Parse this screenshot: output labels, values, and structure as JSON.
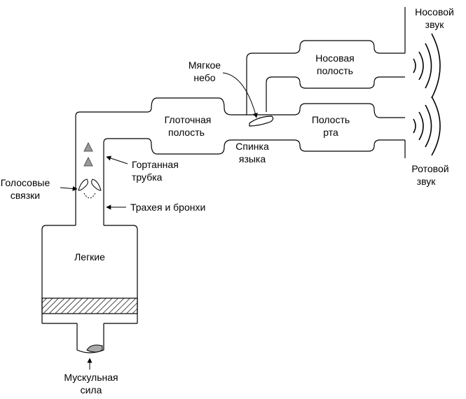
{
  "labels": {
    "nasal_sound_1": "Носовой",
    "nasal_sound_2": "звук",
    "nasal_cavity_1": "Носовая",
    "nasal_cavity_2": "полость",
    "soft_palate_1": "Мягкое",
    "soft_palate_2": "небо",
    "pharynx_1": "Глоточная",
    "pharynx_2": "полость",
    "mouth_1": "Полость",
    "mouth_2": "рта",
    "tongue_1": "Спинка",
    "tongue_2": "языка",
    "larynx_1": "Гортанная",
    "larynx_2": "трубка",
    "vocal_cords_1": "Голосовые",
    "vocal_cords_2": "связки",
    "trachea": "Трахея и бронхи",
    "lungs": "Легкие",
    "oral_sound_1": "Ротовой",
    "oral_sound_2": "звук",
    "muscle_1": "Мускульная",
    "muscle_2": "сила"
  },
  "colors": {
    "stroke": "#000000",
    "triangle_fill": "#999999",
    "piston_fill": "#aaaaaa"
  }
}
